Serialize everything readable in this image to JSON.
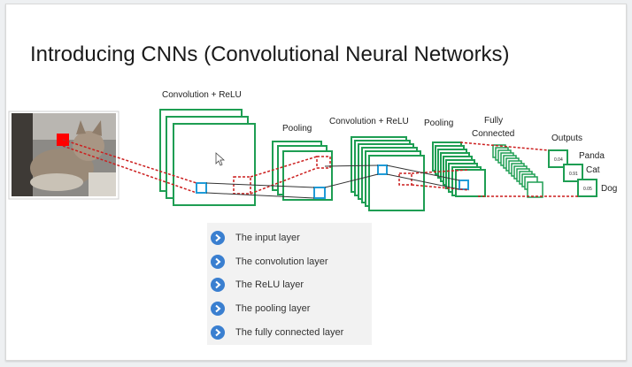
{
  "slide": {
    "title": "Introducing CNNs (Convolutional Neural Networks)"
  },
  "diagram": {
    "stage_labels": {
      "conv_relu_1": "Convolution + ReLU",
      "pooling_1": "Pooling",
      "conv_relu_2": "Convolution + ReLU",
      "pooling_2": "Pooling",
      "fully_connected_line1": "Fully",
      "fully_connected_line2": "Connected",
      "outputs": "Outputs"
    },
    "outputs": [
      {
        "label": "Panda",
        "score": "0.04"
      },
      {
        "label": "Cat",
        "score": "0.91"
      },
      {
        "label": "Dog",
        "score": "0.05"
      }
    ],
    "colors": {
      "layer_green": "#1e9e53",
      "kernel_blue": "#1f9bd7",
      "region_red": "#cc1f1f",
      "input_patch_red": "#ff0000"
    }
  },
  "legend": {
    "items": [
      {
        "label": "The input layer",
        "icon": "chevron-right-icon"
      },
      {
        "label": "The convolution layer",
        "icon": "chevron-right-icon"
      },
      {
        "label": "The ReLU layer",
        "icon": "chevron-right-icon"
      },
      {
        "label": "The pooling layer",
        "icon": "chevron-right-icon"
      },
      {
        "label": "The fully connected layer",
        "icon": "chevron-right-icon"
      }
    ]
  }
}
